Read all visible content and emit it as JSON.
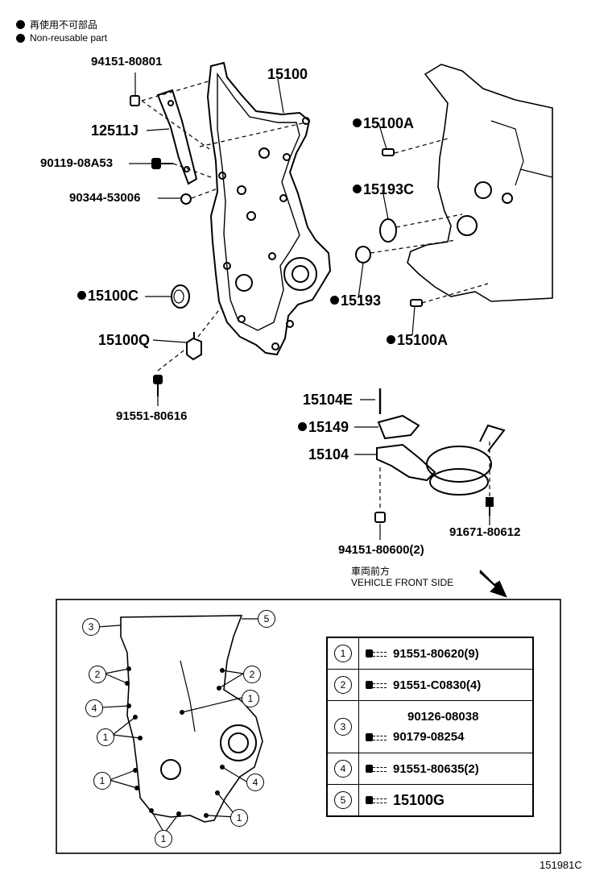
{
  "legend": {
    "jp": "再使用不可部品",
    "en": "Non-reusable part"
  },
  "parts": {
    "p94151_80801": "94151-80801",
    "p15100": "15100",
    "p12511J": "12511J",
    "p90119": "90119-08A53",
    "p90344": "90344-53006",
    "p15100C": "15100C",
    "p15100Q": "15100Q",
    "p91551_80616": "91551-80616",
    "p15100A_top": "15100A",
    "p15193C": "15193C",
    "p15193": "15193",
    "p15100A_bot": "15100A",
    "p15104E": "15104E",
    "p15149": "15149",
    "p15104": "15104",
    "p94151_80600": "94151-80600(2)",
    "p91671": "91671-80612"
  },
  "direction": {
    "jp": "車両前方",
    "en": "VEHICLE FRONT SIDE"
  },
  "table": [
    {
      "num": "1",
      "part": "91551-80620(9)"
    },
    {
      "num": "2",
      "part": "91551-C0830(4)"
    },
    {
      "num": "3",
      "part_a": "90126-08038",
      "part_b": "90179-08254"
    },
    {
      "num": "4",
      "part": "91551-80635(2)"
    },
    {
      "num": "5",
      "part": "15100G"
    }
  ],
  "callouts": [
    "3",
    "5",
    "2",
    "2",
    "1",
    "4",
    "1",
    "1",
    "4",
    "1",
    "1"
  ],
  "figure_id": "151981C"
}
